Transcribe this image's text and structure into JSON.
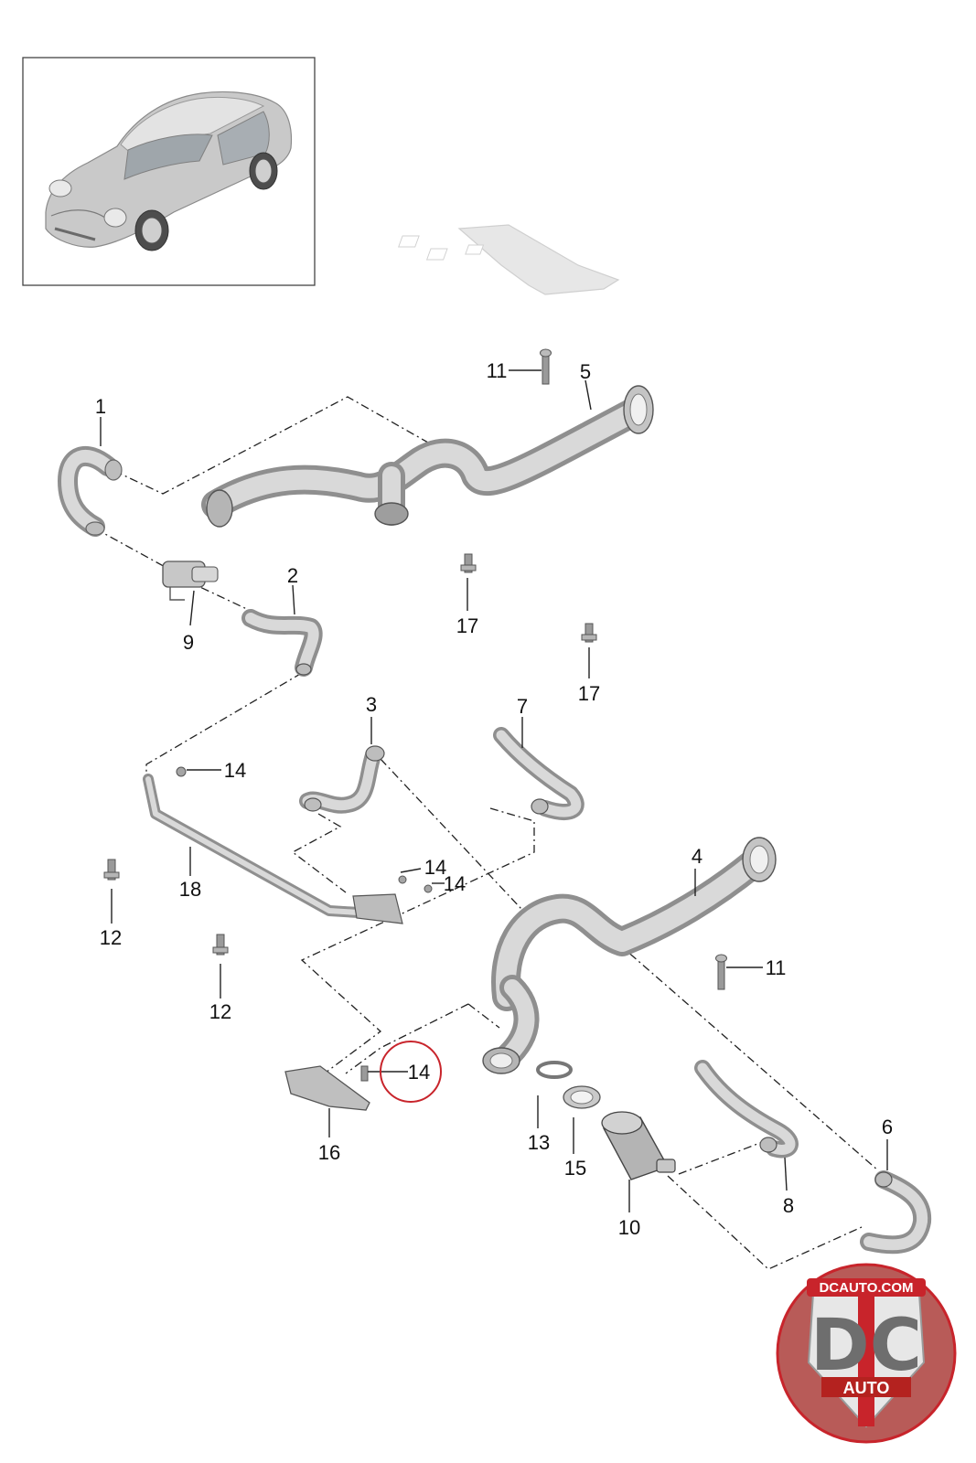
{
  "diagram": {
    "callouts": {
      "c1": "1",
      "c2": "2",
      "c3": "3",
      "c4": "4",
      "c5": "5",
      "c6": "6",
      "c7": "7",
      "c8": "8",
      "c9": "9",
      "c10": "10",
      "c11a": "11",
      "c11b": "11",
      "c12a": "12",
      "c12b": "12",
      "c13": "13",
      "c14a": "14",
      "c14b": "14",
      "c14c": "14",
      "c14d": "14",
      "c15": "15",
      "c16": "16",
      "c17a": "17",
      "c17b": "17",
      "c18": "18"
    },
    "highlight_color": "#c8242b",
    "part_color": "#b8b8b8"
  },
  "logo": {
    "top_text": "DCAUTO.COM",
    "main_text": "DC",
    "sub_text": "AUTO",
    "ring_color": "#c8242b"
  }
}
